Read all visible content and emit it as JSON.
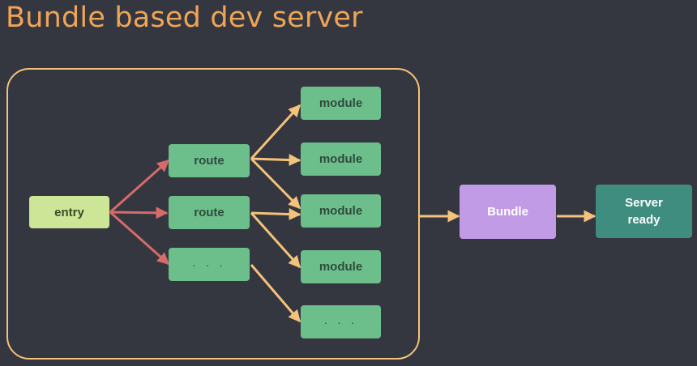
{
  "title": "Bundle based dev server",
  "nodes": {
    "entry": "entry",
    "route_1": "route",
    "route_2": "route",
    "route_more": "· · ·",
    "module_1": "module",
    "module_2": "module",
    "module_3": "module",
    "module_4": "module",
    "module_more": "· · ·",
    "bundle": "Bundle",
    "server_ready": "Server ready"
  },
  "colors": {
    "background": "#343740",
    "title": "#f0a456",
    "group_border": "#f4c27a",
    "entry_fill": "#cde596",
    "route_module_fill": "#6cbf8a",
    "bundle_fill": "#c19be6",
    "server_fill": "#3e8d7f",
    "entry_arrows": "#d76a6a",
    "route_arrows": "#f4c27a"
  }
}
